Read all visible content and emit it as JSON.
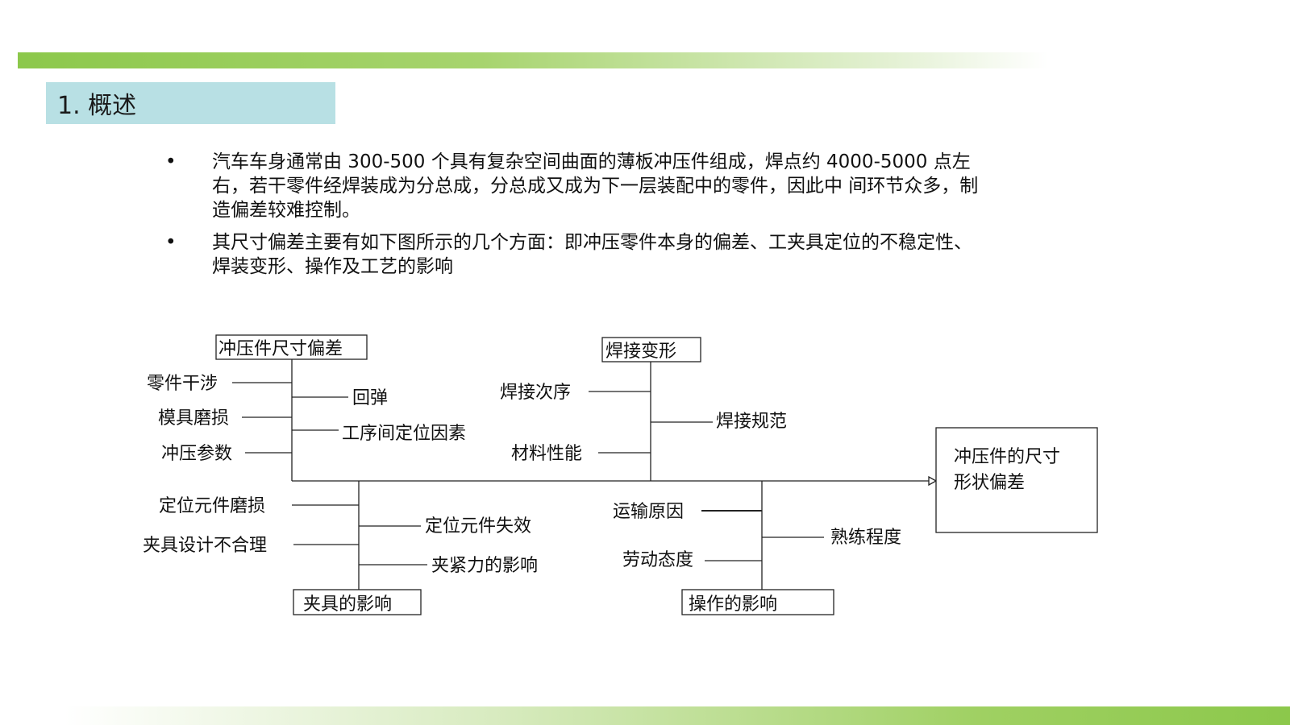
{
  "slide": {
    "title": "1. 概述",
    "bullets": [
      {
        "marker": "•",
        "text": "汽车车身通常由 300-500 个具有复杂空间曲面的薄板冲压件组成，焊点约 4000-5000  点左右，若干零件经焊装成为分总成，分总成又成为下一层装配中的零件，因此中  间环节众多，制造偏差较难控制。"
      },
      {
        "marker": "•",
        "text": "其尺寸偏差主要有如下图所示的几个方面：即冲压零件本身的偏差、工夹具定位的不稳定性、焊装变形、操作及工艺的影响"
      }
    ]
  },
  "diagram": {
    "result": {
      "line1": "冲压件的尺寸",
      "line2": "形状偏差"
    },
    "groups": {
      "stamping": {
        "title": "冲压件尺寸偏差",
        "causes": [
          "零件干涉",
          "模具磨损",
          "冲压参数",
          "回弹",
          "工序间定位因素"
        ]
      },
      "welding": {
        "title": "焊接变形",
        "causes": [
          "焊接次序",
          "材料性能",
          "焊接规范"
        ]
      },
      "fixture": {
        "title": "夹具的影响",
        "causes": [
          "定位元件磨损",
          "夹具设计不合理",
          "定位元件失效",
          "夹紧力的影响"
        ]
      },
      "operation": {
        "title": "操作的影响",
        "causes": [
          "运输原因",
          "劳动态度",
          "熟练程度"
        ]
      }
    }
  }
}
